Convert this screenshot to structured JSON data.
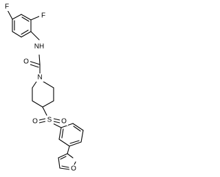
{
  "labels": {
    "f_top": "F",
    "f_ortho": "F",
    "nh": "NH",
    "o_carbonyl": "O",
    "n_ring": "N",
    "s": "S",
    "o_sulfonyl_left": "O",
    "o_sulfonyl_right": "O",
    "o_furan": "O"
  },
  "colors": {
    "bond": "#000000",
    "label": "#000000",
    "background": "#ffffff"
  }
}
